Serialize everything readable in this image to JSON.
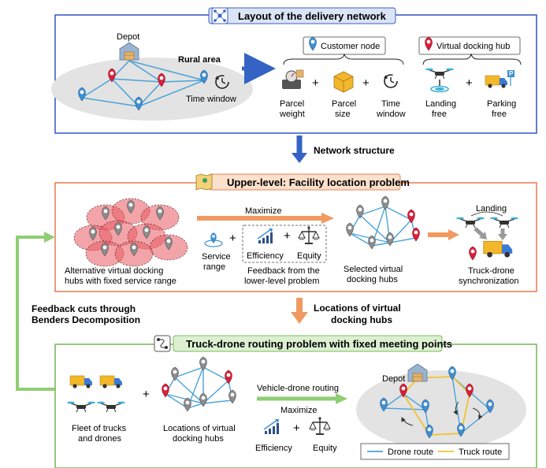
{
  "top": {
    "title": "Layout of the delivery network",
    "depot": "Depot",
    "rural_area": "Rural area",
    "time_window": "Time window",
    "legend_customer": "Customer node",
    "legend_hub": "Virtual docking hub",
    "attr_parcel_weight": [
      "Parcel",
      "weight"
    ],
    "attr_parcel_size": [
      "Parcel",
      "size"
    ],
    "attr_time_window": [
      "Time",
      "window"
    ],
    "attr_landing": [
      "Landing",
      "free"
    ],
    "attr_parking": [
      "Parking",
      "free"
    ]
  },
  "network_structure": "Network structure",
  "upper": {
    "title": "Upper-level: Facility location problem",
    "alt_hubs": [
      "Alternative virtual docking",
      "hubs  with fixed service range"
    ],
    "maximize": "Maximize",
    "service_range": [
      "Service",
      "range"
    ],
    "efficiency": "Efficiency",
    "equity": "Equity",
    "feedback_lower": [
      "Feedback from the",
      "lower-level problem"
    ],
    "selected_hubs": [
      "Selected virtual",
      "docking hubs"
    ],
    "landing": "Landing",
    "sync": [
      "Truck-drone",
      "synchronization"
    ]
  },
  "feedback_cuts": [
    "Feedback cuts through",
    "Benders Decomposition"
  ],
  "locations_hubs": [
    "Locations of virtual",
    "docking hubs"
  ],
  "lower": {
    "title": "Truck-drone routing problem with fixed meeting points",
    "fleet": [
      "Fleet of trucks",
      "and drones"
    ],
    "locations": [
      "Locations of virtual",
      "docking hubs"
    ],
    "vehicle_drone_routing": "Vehicle-drone routing",
    "maximize": "Maximize",
    "efficiency": "Efficiency",
    "equity": "Equity",
    "depot": "Depot",
    "legend_drone": "Drone route",
    "legend_truck": "Truck route"
  },
  "colors": {
    "blue_frame": "#3d5fc4",
    "orange_frame": "#e8845a",
    "green_frame": "#7dbb5e",
    "blue_title_bg": "#dbe4f6",
    "orange_title_bg": "#fbe0cc",
    "green_title_bg": "#dcf0d1",
    "route_blue": "#4aa3d9",
    "truck_route": "#f3c230",
    "pin_red": "#d8203a",
    "pin_blue": "#3f8fd1",
    "pin_gray": "#8c8c8c",
    "arrow_blue": "#3463c4",
    "arrow_orange": "#f09a62",
    "arrow_green": "#8fce74"
  }
}
